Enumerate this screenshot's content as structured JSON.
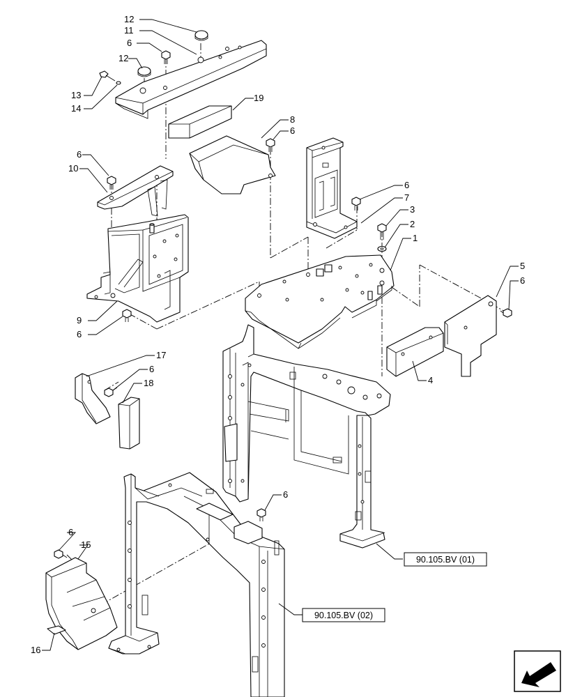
{
  "callouts": {
    "c1": "1",
    "c2": "2",
    "c3": "3",
    "c4": "4",
    "c5": "5",
    "c6a": "6",
    "c6b": "6",
    "c6c": "6",
    "c6d": "6",
    "c6e": "6",
    "c6f": "6",
    "c6g": "6",
    "c6h": "6",
    "c6i": "6",
    "c7": "7",
    "c8": "8",
    "c9": "9",
    "c10": "10",
    "c11": "11",
    "c12a": "12",
    "c12b": "12",
    "c13": "13",
    "c14": "14",
    "c15": "15",
    "c16": "16",
    "c17": "17",
    "c18": "18",
    "c19": "19"
  },
  "references": {
    "ref1": "90.105.BV (01)",
    "ref2": "90.105.BV (02)"
  },
  "icons": {
    "nav": "arrow-direction-icon"
  },
  "colors": {
    "line": "#000000",
    "background": "#ffffff"
  }
}
